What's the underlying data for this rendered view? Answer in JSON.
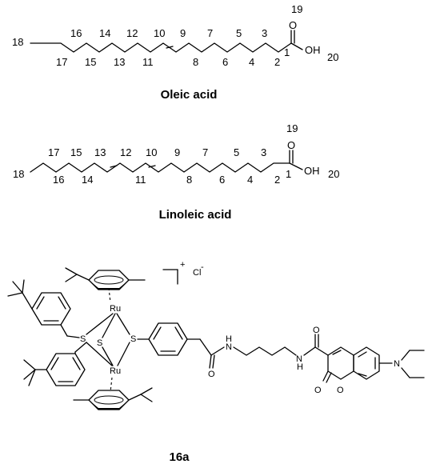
{
  "oleic": {
    "title": "Oleic acid",
    "carbon_numbers": [
      "1",
      "2",
      "3",
      "4",
      "5",
      "6",
      "7",
      "8",
      "9",
      "10",
      "11",
      "12",
      "13",
      "14",
      "15",
      "16",
      "17",
      "18",
      "19",
      "20"
    ],
    "atoms": {
      "oxygen": "O",
      "hydroxyl": "OH"
    }
  },
  "linoleic": {
    "title": "Linoleic acid",
    "carbon_numbers": [
      "1",
      "2",
      "3",
      "4",
      "5",
      "6",
      "7",
      "8",
      "9",
      "10",
      "11",
      "12",
      "13",
      "14",
      "15",
      "16",
      "17",
      "18",
      "19",
      "20"
    ],
    "atoms": {
      "oxygen": "O",
      "hydroxyl": "OH"
    }
  },
  "complex": {
    "title": "16a",
    "charge": "+",
    "counterion": "Cl",
    "counterion_charge": "-",
    "atoms": {
      "ru": "Ru",
      "s": "S",
      "n": "N",
      "h": "H",
      "o": "O"
    }
  }
}
